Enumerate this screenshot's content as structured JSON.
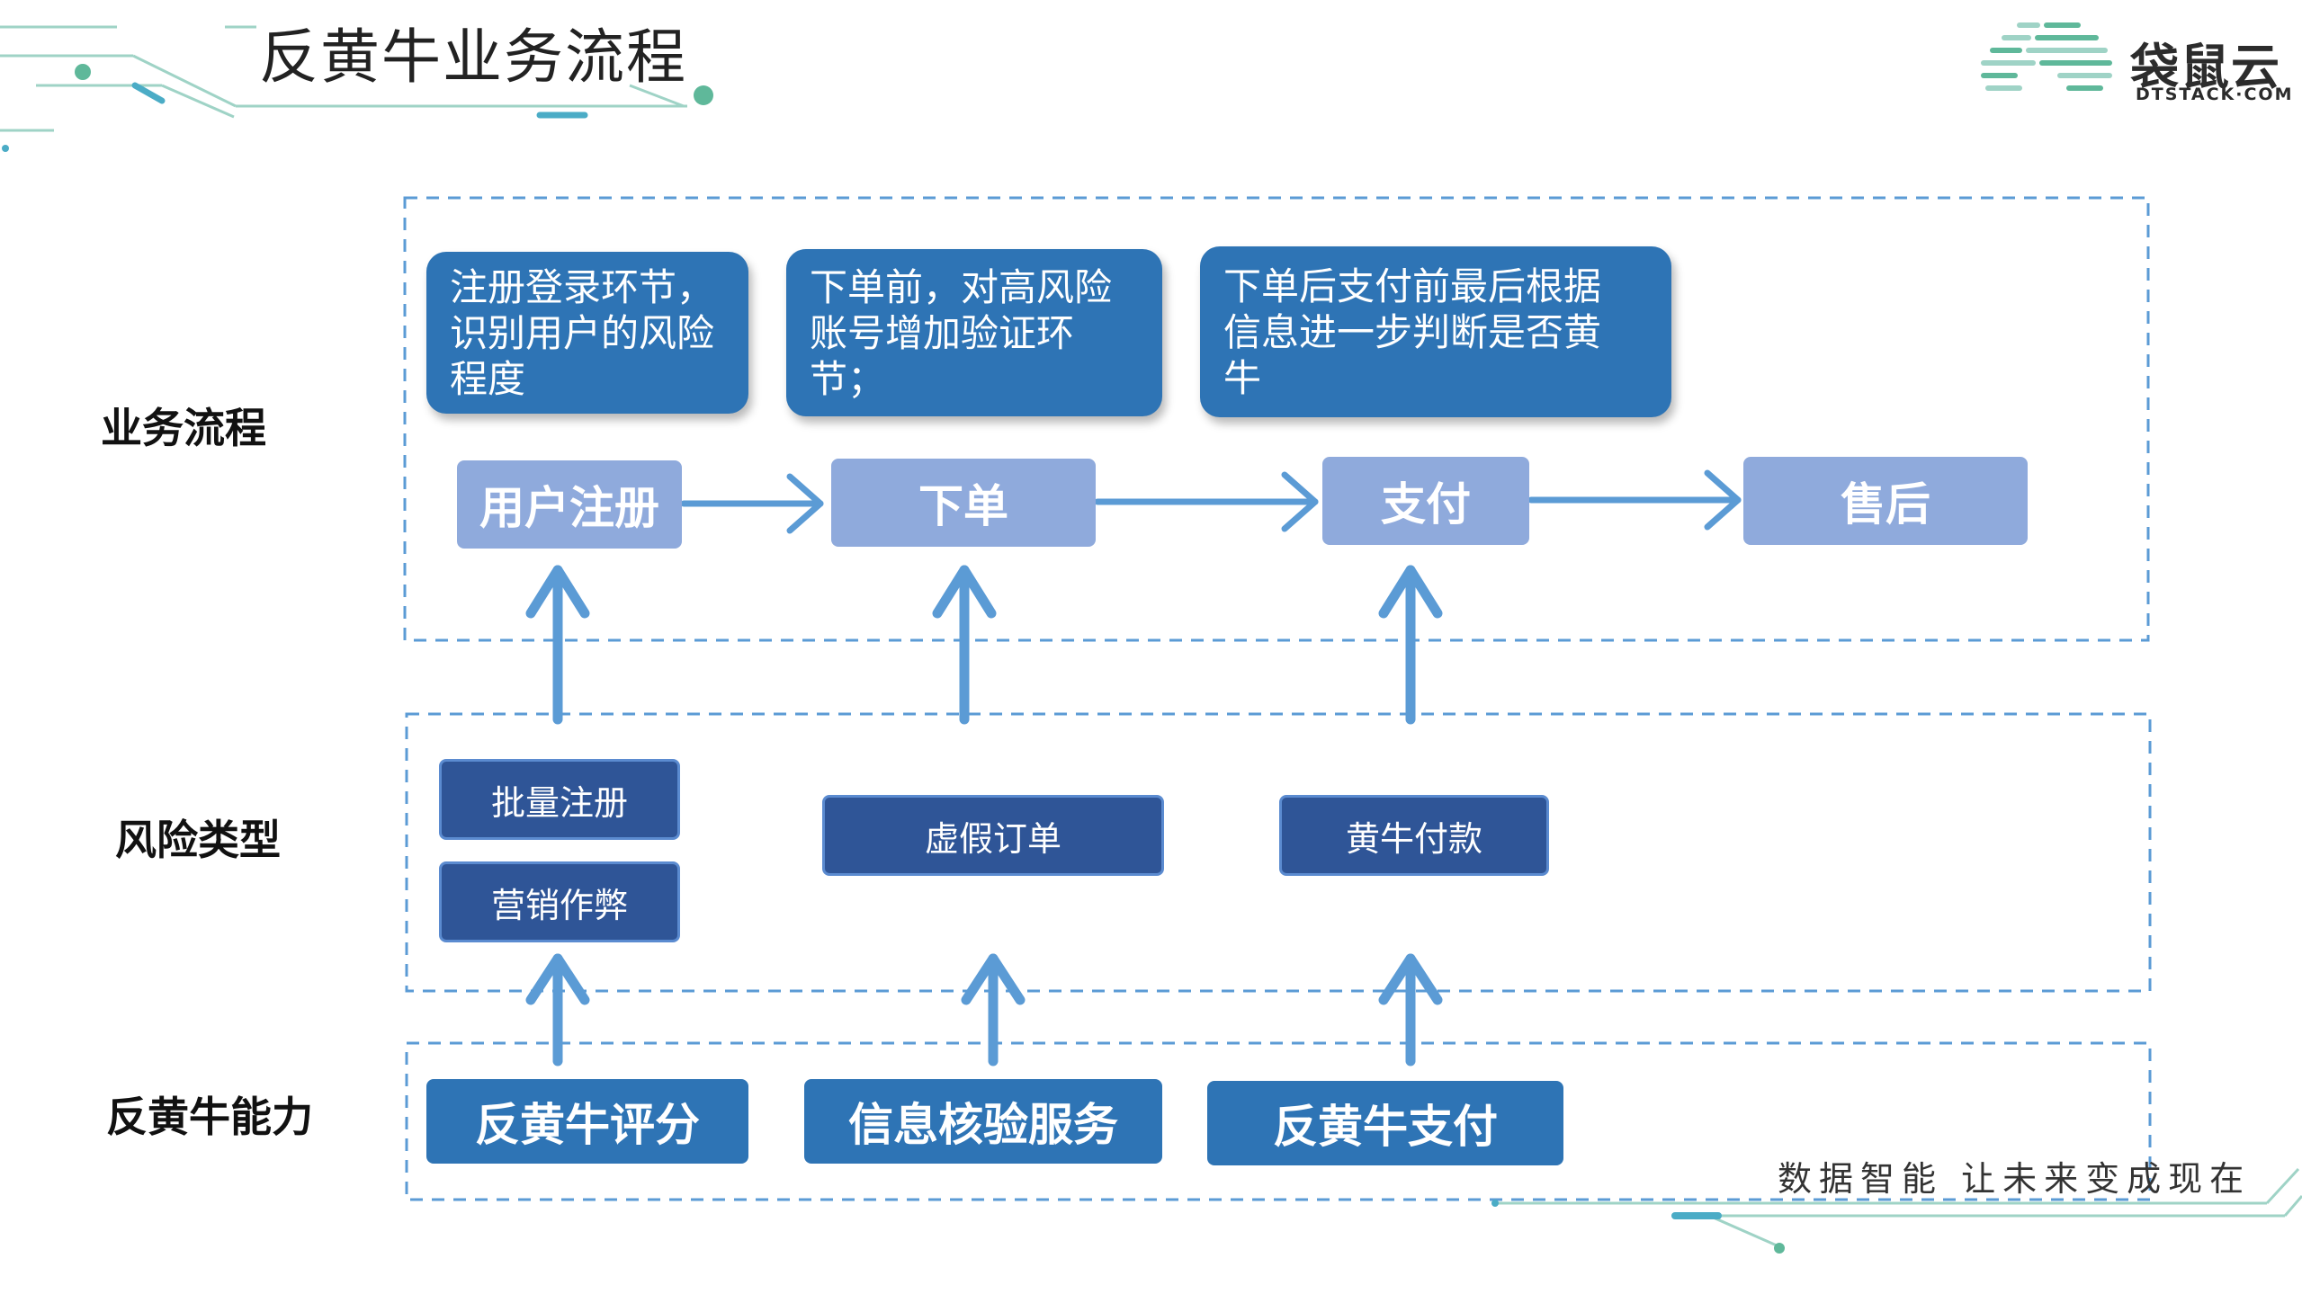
{
  "header": {
    "title": "反黄牛业务流程"
  },
  "brand": {
    "name_cn": "袋鼠云",
    "name_en": "DTSTACK·COM",
    "logo_icon": "dtstack-logo-icon"
  },
  "rows": {
    "process": "业务流程",
    "risk": "风险类型",
    "capability": "反黄牛能力"
  },
  "notes": [
    {
      "lines": [
        "注册登录环节，",
        "识别用户的风险",
        "程度"
      ]
    },
    {
      "lines": [
        "下单前，对高风险",
        "账号增加验证环节；"
      ]
    },
    {
      "lines": [
        "下单后支付前最后根据",
        "信息进一步判断是否黄",
        "牛"
      ]
    }
  ],
  "steps": [
    "用户注册",
    "下单",
    "支付",
    "售后"
  ],
  "risks": [
    "批量注册",
    "营销作弊",
    "虚假订单",
    "黄牛付款"
  ],
  "capabilities": [
    "反黄牛评分",
    "信息核验服务",
    "反黄牛支付"
  ],
  "footer": {
    "slogan": "数据智能 让未来变成现在"
  },
  "colors": {
    "note_bg": "#2e74b5",
    "step_bg": "#8faadc",
    "risk_bg": "#2f5597",
    "capability_bg": "#2e74b5",
    "arrow": "#5b9bd5",
    "dashed_border": "#5b9bd5",
    "accent_green": "#5fb89a",
    "accent_teal": "#4bacc6"
  }
}
